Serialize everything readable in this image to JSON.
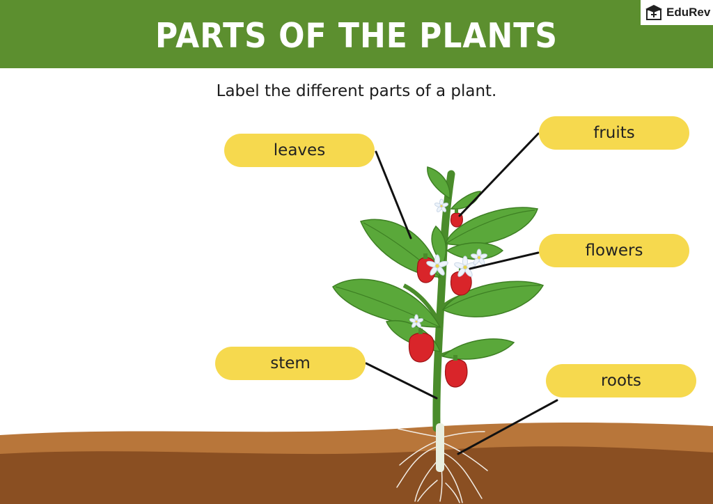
{
  "header": {
    "title": "PARTS OF THE PLANTS",
    "brand": "EduRev",
    "bg_color": "#5c8f2f"
  },
  "subtitle": "Label the different parts of a plant.",
  "labels": {
    "leaves": "leaves",
    "fruits": "fruits",
    "flowers": "flowers",
    "stem": "stem",
    "roots": "roots"
  },
  "colors": {
    "pill": "#f6d94e",
    "soil_top": "#b8763a",
    "soil_bottom": "#8a4f22",
    "leaf": "#5aa83a",
    "fruit": "#d9252a"
  }
}
